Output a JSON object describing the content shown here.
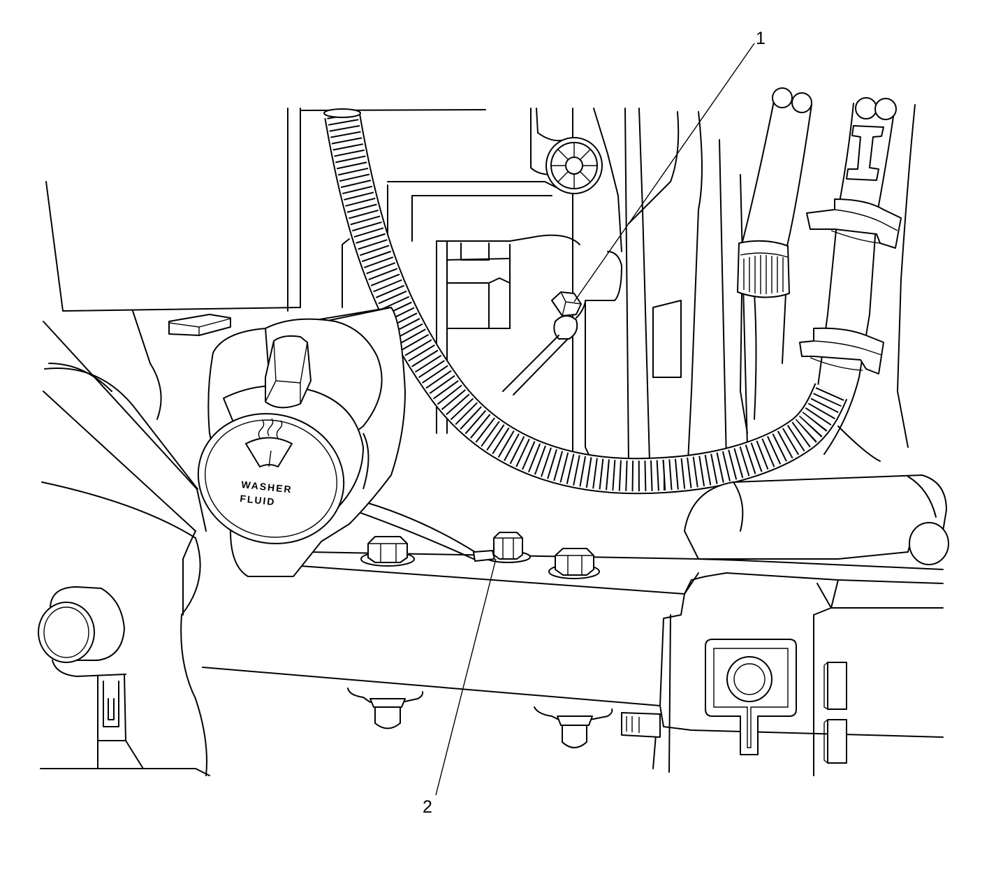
{
  "callouts": [
    {
      "label": "1"
    },
    {
      "label": "2"
    }
  ],
  "cap": {
    "line1": "WASHER",
    "line2": "FLUID",
    "symbol": "windshield-wiper-icon"
  },
  "colors": {
    "line": "#000000",
    "background": "#ffffff"
  }
}
